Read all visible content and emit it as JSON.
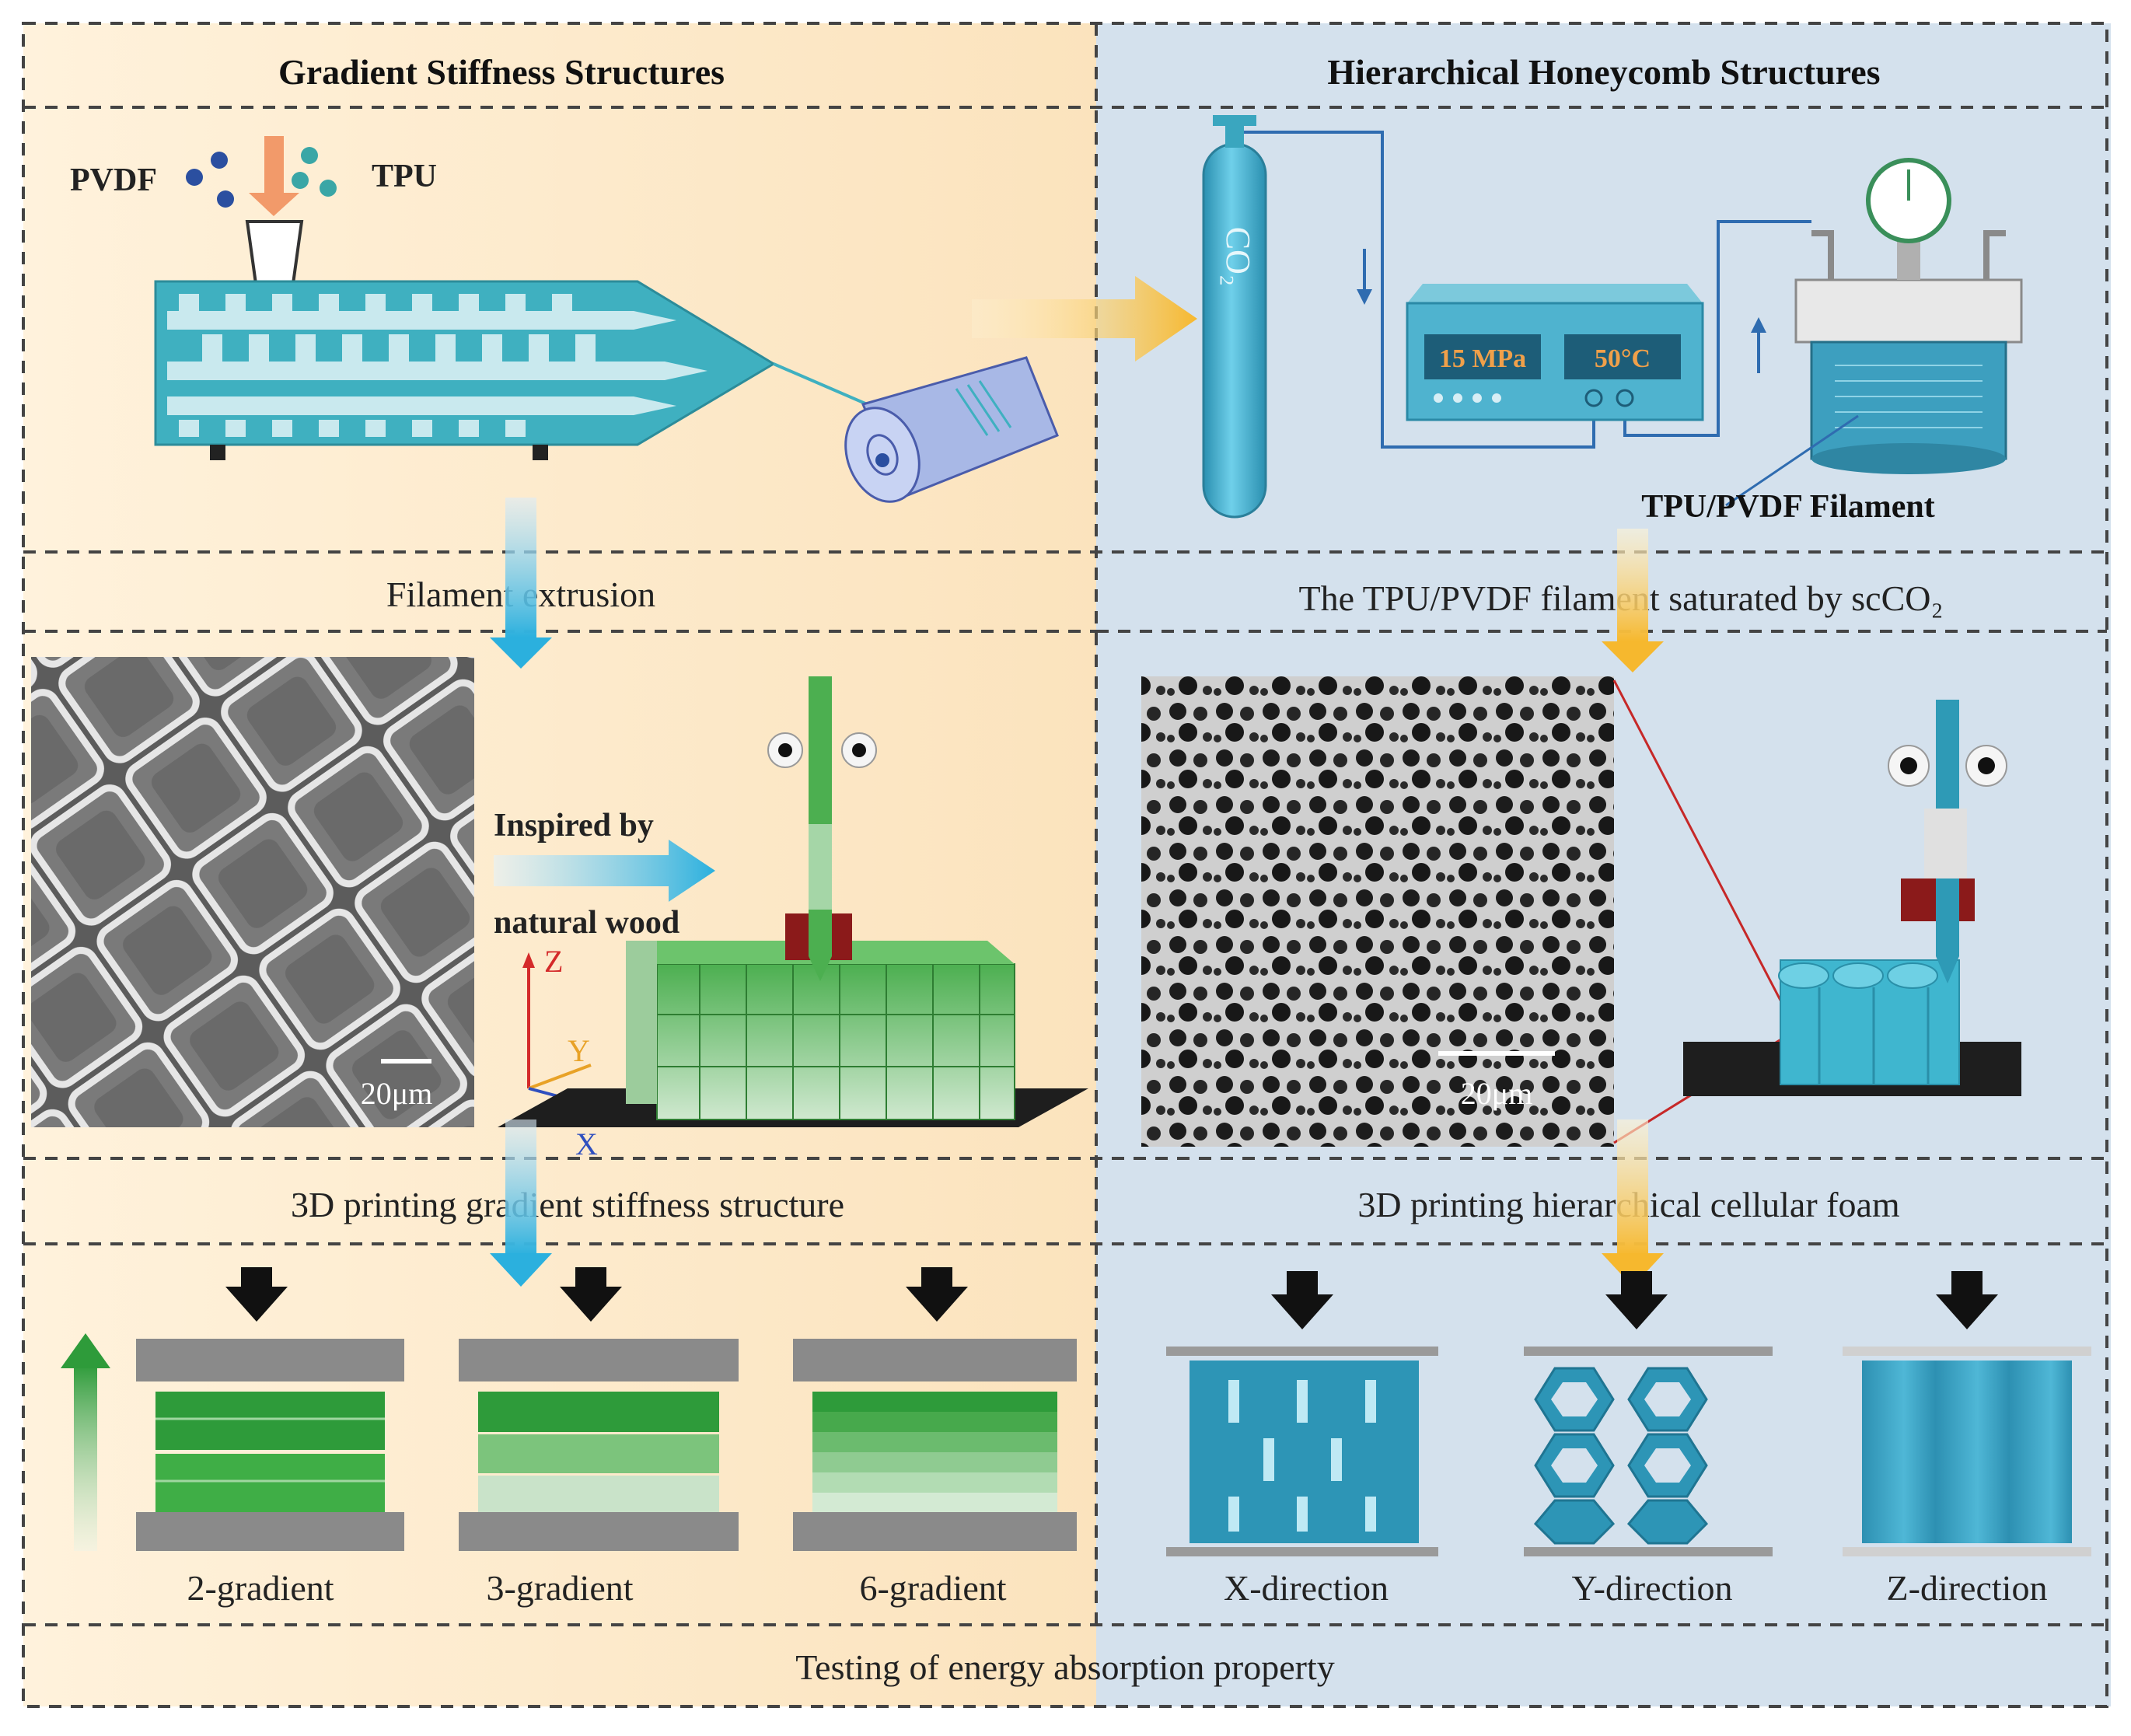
{
  "left_panel": {
    "header": "Gradient Stiffness Structures",
    "label_pvdf": "PVDF",
    "label_tpu": "TPU",
    "step1_caption": "Filament extrusion",
    "scale_bar": "20μm",
    "inspired_line1": "Inspired by",
    "inspired_line2": "natural wood",
    "axis_z": "Z",
    "axis_y": "Y",
    "axis_x": "X",
    "step2_caption": "3D printing gradient stiffness structure",
    "samples": [
      "2-gradient",
      "3-gradient",
      "6-gradient"
    ]
  },
  "right_panel": {
    "header": "Hierarchical Honeycomb Structures",
    "co2_label": "CO₂",
    "controller_pressure": "15 MPa",
    "controller_temp": "50°C",
    "filament_label": "TPU/PVDF Filament",
    "step1_caption": "The TPU/PVDF filament saturated by scCO₂",
    "scale_bar": "20μm",
    "step2_caption": "3D printing hierarchical cellular foam",
    "samples": [
      "X-direction",
      "Y-direction",
      "Z-direction"
    ]
  },
  "footer_caption": "Testing of energy absorption property",
  "colors": {
    "left_bg": "#fde9c4",
    "right_bg": "#d5e2ee",
    "teal": "#3aa6bf",
    "green": "#3fa83f",
    "arrow_blue": "#3bb5dc",
    "arrow_yellow": "#f7c245",
    "dark_red": "#8b1a1a"
  }
}
